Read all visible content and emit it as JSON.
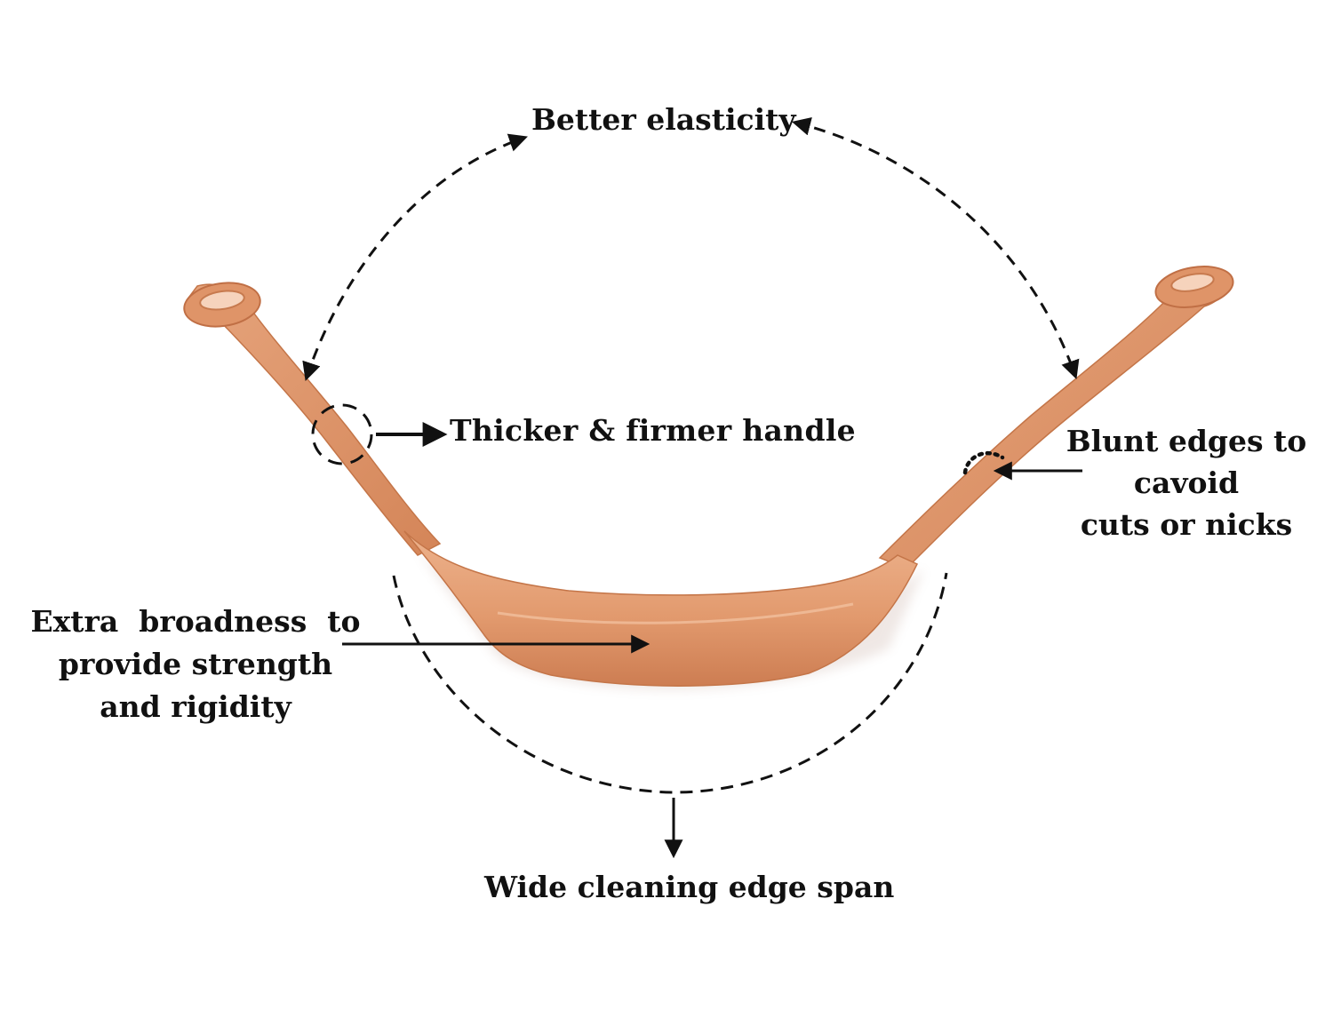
{
  "labels": {
    "elasticity": "Better elasticity",
    "handle": "Thicker & firmer handle",
    "blunt": [
      "Blunt edges to",
      "cavoid",
      "cuts or nicks"
    ],
    "broadness": [
      "Extra  broadness  to",
      "provide strength",
      "and rigidity"
    ],
    "span": "Wide cleaning edge span"
  },
  "colors": {
    "copper_light": "#e9a77e",
    "copper_mid": "#d98a5c",
    "copper_dark": "#c06f45",
    "annotation": "#111111",
    "background": "#ffffff"
  }
}
